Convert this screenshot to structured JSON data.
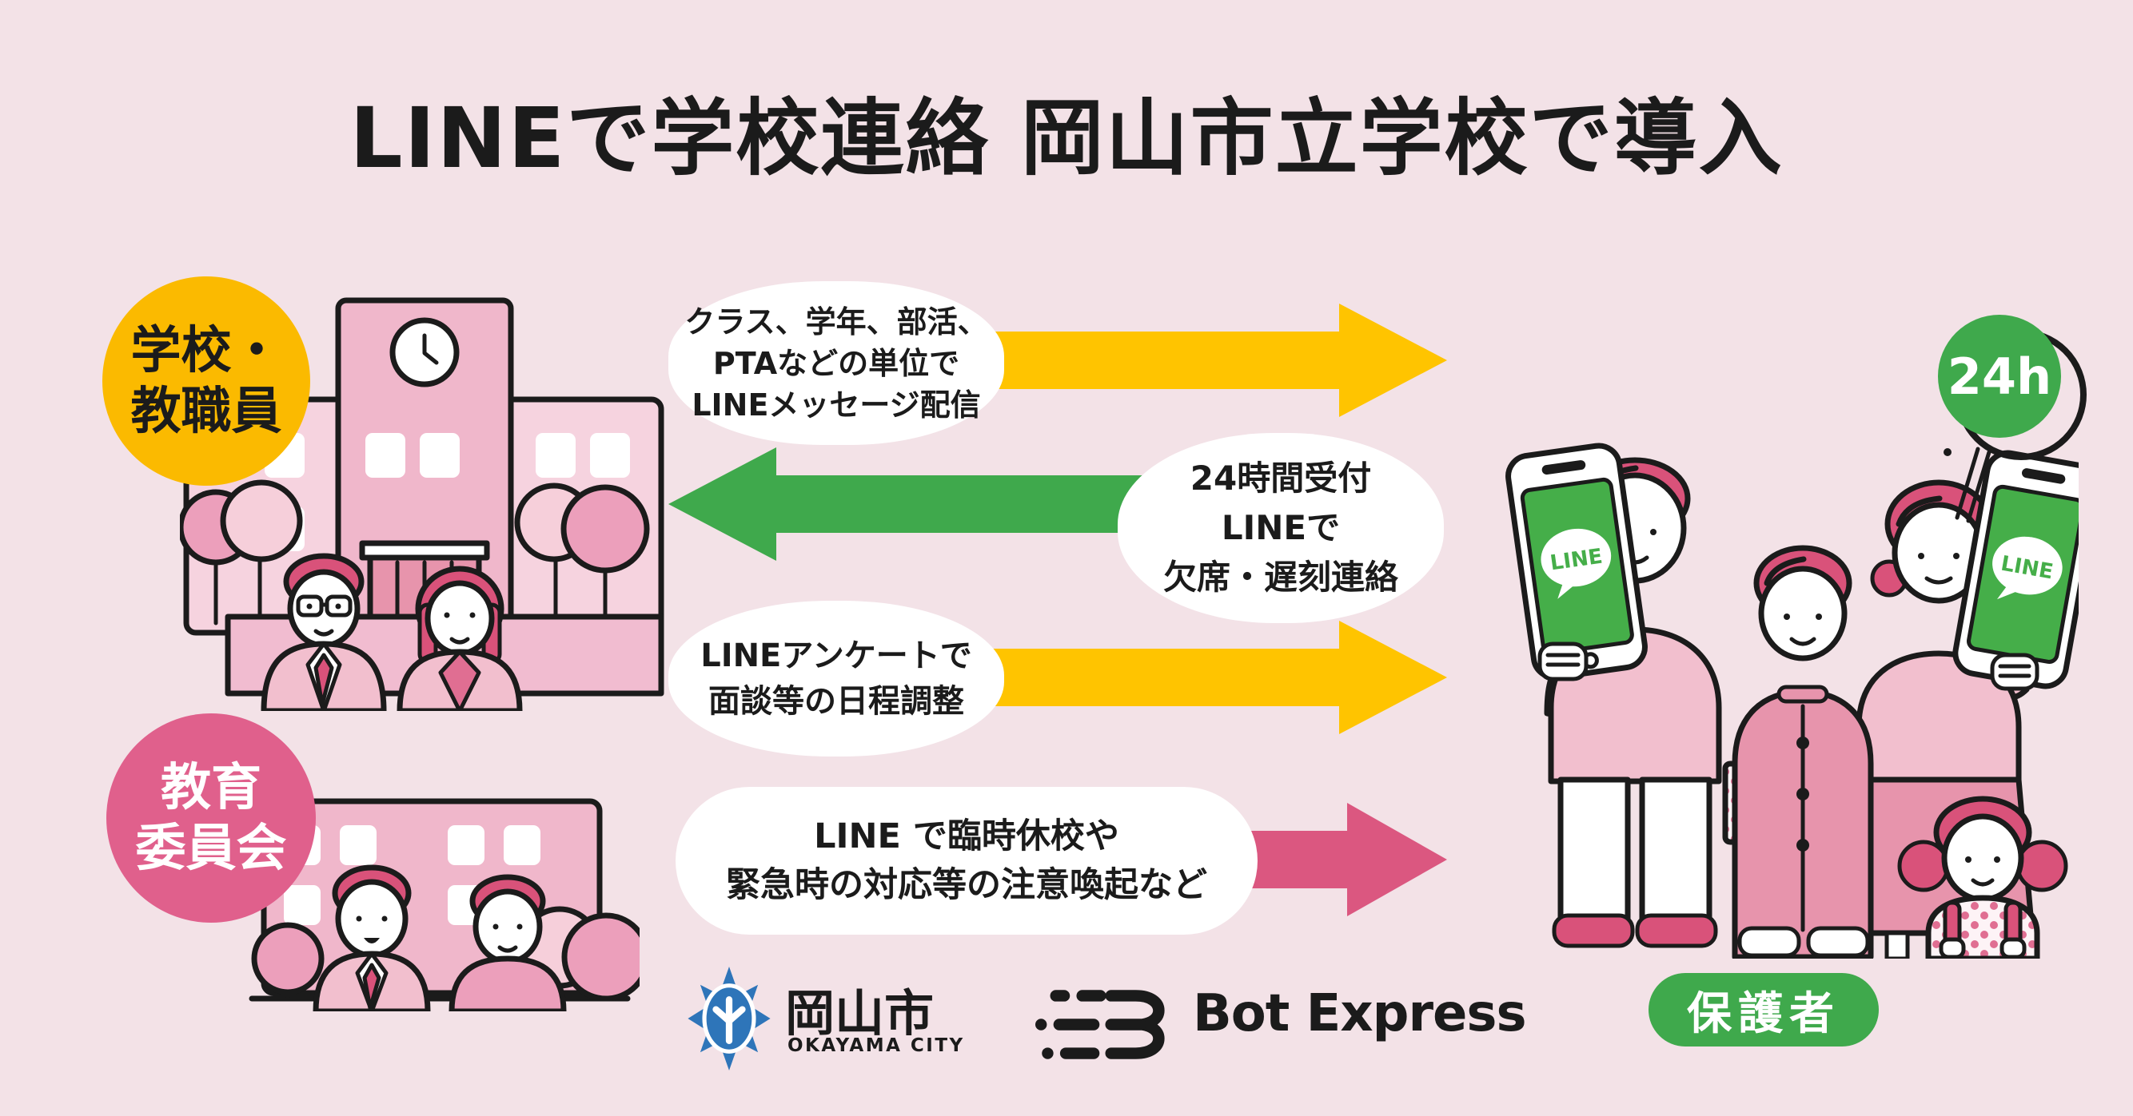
{
  "title": "LINEで学校連絡 岡山市立学校で導入",
  "actors": {
    "school": {
      "line1": "学校・",
      "line2": "教職員"
    },
    "board": {
      "line1": "教育",
      "line2": "委員会"
    },
    "guardian_badge": "保護者",
    "availability_badge": "24h"
  },
  "flows": {
    "broadcast": {
      "direction": "right",
      "lines": [
        "クラス、学年、部活、",
        "PTAなどの単位で",
        "LINEメッセージ配信"
      ]
    },
    "absence": {
      "direction": "left",
      "lines": [
        "24時間受付",
        "LINEで",
        "欠席・遅刻連絡"
      ]
    },
    "survey": {
      "direction": "right",
      "lines": [
        "LINEアンケートで",
        "面談等の日程調整"
      ]
    },
    "emergency": {
      "direction": "right",
      "lines": [
        "LINE で臨時休校や",
        "緊急時の対応等の注意喚起など"
      ]
    }
  },
  "phone": {
    "app_label": "LINE"
  },
  "footer": {
    "okayama_name": "岡山市",
    "okayama_subname": "OKAYAMA CITY",
    "partner_name": "Bot Express"
  },
  "colors": {
    "bg": "#F3E2E7",
    "ink": "#1B1B1B",
    "yellow": "#FFC400",
    "yellow_deep": "#FBBA00",
    "green": "#3FA94C",
    "line_green": "#45AE49",
    "arrow_pink": "#DB5780",
    "circle_pink": "#E0608C",
    "blue": "#2E75B9",
    "pink_light": "#F6D3DF",
    "pink_mid": "#F0B7CB",
    "pink_deep": "#E794AC",
    "pink_hair": "#D9527A",
    "pink_cloth": "#F2BFCE",
    "tree_dark": "#EC9FBB",
    "tree_light": "#F6CFDA",
    "band": "#F1BCD0",
    "dot": "#E06E92"
  }
}
